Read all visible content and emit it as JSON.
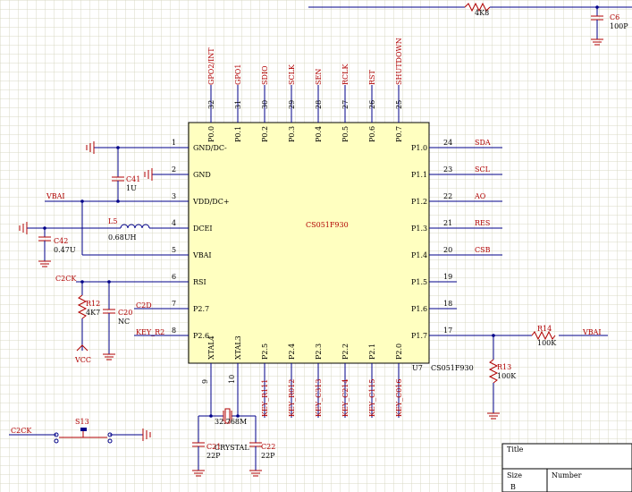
{
  "chip": {
    "designator": "U7",
    "part_number": "CS051F930",
    "center_label": "CS051F930",
    "fill_color": "#ffffc0",
    "left_pins": [
      {
        "num": "1",
        "name": "GND/DC-"
      },
      {
        "num": "2",
        "name": "GND"
      },
      {
        "num": "3",
        "name": "VDD/DC+"
      },
      {
        "num": "4",
        "name": "DCEI"
      },
      {
        "num": "5",
        "name": "VBAI"
      },
      {
        "num": "6",
        "name": "RSI"
      },
      {
        "num": "7",
        "name": "P2.7"
      },
      {
        "num": "8",
        "name": "P2.6"
      }
    ],
    "right_pins": [
      {
        "num": "24",
        "name": "P1.0",
        "net": "SDA"
      },
      {
        "num": "23",
        "name": "P1.1",
        "net": "SCL"
      },
      {
        "num": "22",
        "name": "P1.2",
        "net": "AO"
      },
      {
        "num": "21",
        "name": "P1.3",
        "net": "RES"
      },
      {
        "num": "20",
        "name": "P1.4",
        "net": "CSB"
      },
      {
        "num": "19",
        "name": "P1.5",
        "net": ""
      },
      {
        "num": "18",
        "name": "P1.6",
        "net": ""
      },
      {
        "num": "17",
        "name": "P1.7",
        "net": ""
      }
    ],
    "top_pins": [
      {
        "num": "32",
        "name": "P0.0",
        "net": "GPO2/INT"
      },
      {
        "num": "31",
        "name": "P0.1",
        "net": "GPO1"
      },
      {
        "num": "30",
        "name": "P0.2",
        "net": "SDIO"
      },
      {
        "num": "29",
        "name": "P0.3",
        "net": "SCLK"
      },
      {
        "num": "28",
        "name": "P0.4",
        "net": "SEN"
      },
      {
        "num": "27",
        "name": "P0.5",
        "net": "RCLK"
      },
      {
        "num": "26",
        "name": "P0.6",
        "net": "RST"
      },
      {
        "num": "25",
        "name": "P0.7",
        "net": "SHUTDOWN"
      }
    ],
    "bottom_pins": [
      {
        "num": "9",
        "name": "XTAL4",
        "net": ""
      },
      {
        "num": "10",
        "name": "XTAL3",
        "net": ""
      },
      {
        "num": "",
        "name": "P2.5",
        "net": "KEY_R111"
      },
      {
        "num": "",
        "name": "P2.4",
        "net": "KEY_R012"
      },
      {
        "num": "",
        "name": "P2.3",
        "net": "KEY_C313"
      },
      {
        "num": "",
        "name": "P2.2",
        "net": "KEY_C214"
      },
      {
        "num": "",
        "name": "P2.1",
        "net": "KEY_C115"
      },
      {
        "num": "",
        "name": "P2.0",
        "net": "KEY_C016"
      }
    ]
  },
  "components": {
    "c41": {
      "des": "C41",
      "val": "1U"
    },
    "l5": {
      "des": "L5",
      "val": "0.68UH"
    },
    "c42": {
      "des": "C42",
      "val": "0.47U"
    },
    "r12": {
      "des": "R12",
      "val": "4K7"
    },
    "c20": {
      "des": "C20",
      "val": "NC"
    },
    "r14": {
      "des": "R14",
      "val": "100K"
    },
    "r13": {
      "des": "R13",
      "val": "100K"
    },
    "y": {
      "des": "CRYSTAL",
      "val": "32.768M"
    },
    "c21": {
      "des": "C21",
      "val": "22P"
    },
    "c22": {
      "des": "C22",
      "val": "22P"
    },
    "s13": {
      "des": "S13"
    },
    "c6": {
      "des": "C6",
      "val": "100P"
    },
    "r_top": {
      "val": "4K8"
    }
  },
  "nets": {
    "vbat_left": "VBAI",
    "vbat_right": "VBAI",
    "c2ck": "C2CK",
    "c2ck_bottom": "C2CK",
    "c2d": "C2D",
    "key_r2": "KEY_R2",
    "vcc": "VCC"
  },
  "title_block": {
    "title": "Title",
    "size_label": "Size",
    "size_value": "B",
    "number_label": "Number"
  },
  "colors": {
    "grid": "#d9d9c4",
    "wire": "#00008a",
    "part": "#b00000",
    "net_label": "#b00000"
  }
}
